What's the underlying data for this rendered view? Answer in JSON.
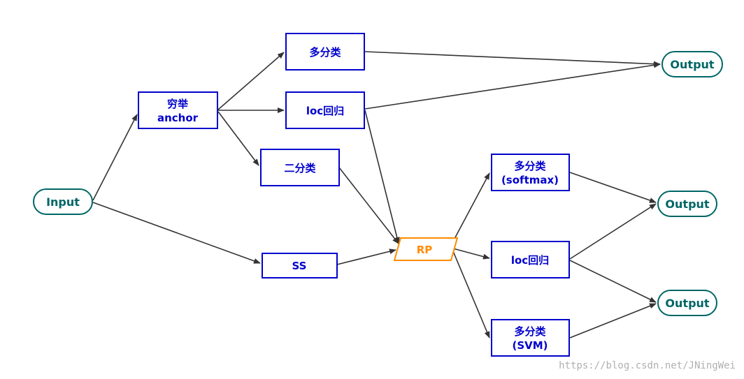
{
  "nodes": {
    "input": {
      "label": "Input"
    },
    "exhaustive_anchor": {
      "line1": "穷举",
      "line2": "anchor"
    },
    "multi_class_top": {
      "label": "多分类"
    },
    "loc_regression_top": {
      "label": "loc回归"
    },
    "binary_class": {
      "label": "二分类"
    },
    "ss": {
      "label": "SS"
    },
    "rp": {
      "label": "RP"
    },
    "multi_class_softmax": {
      "line1": "多分类",
      "line2": "(softmax)"
    },
    "loc_regression_bottom": {
      "label": "loc回归"
    },
    "multi_class_svm": {
      "line1": "多分类",
      "line2": "(SVM)"
    },
    "output_top": {
      "label": "Output"
    },
    "output_middle": {
      "label": "Output"
    },
    "output_bottom": {
      "label": "Output"
    }
  },
  "watermark": "https://blog.csdn.net/JNingWei",
  "colors": {
    "box_border": "#0000cc",
    "box_text": "#0000cc",
    "terminal_border": "#006666",
    "terminal_text": "#006666",
    "rp_border": "#ff8c00",
    "rp_text": "#ff8c00",
    "arrow": "#333333",
    "watermark": "#b0b0b0"
  }
}
